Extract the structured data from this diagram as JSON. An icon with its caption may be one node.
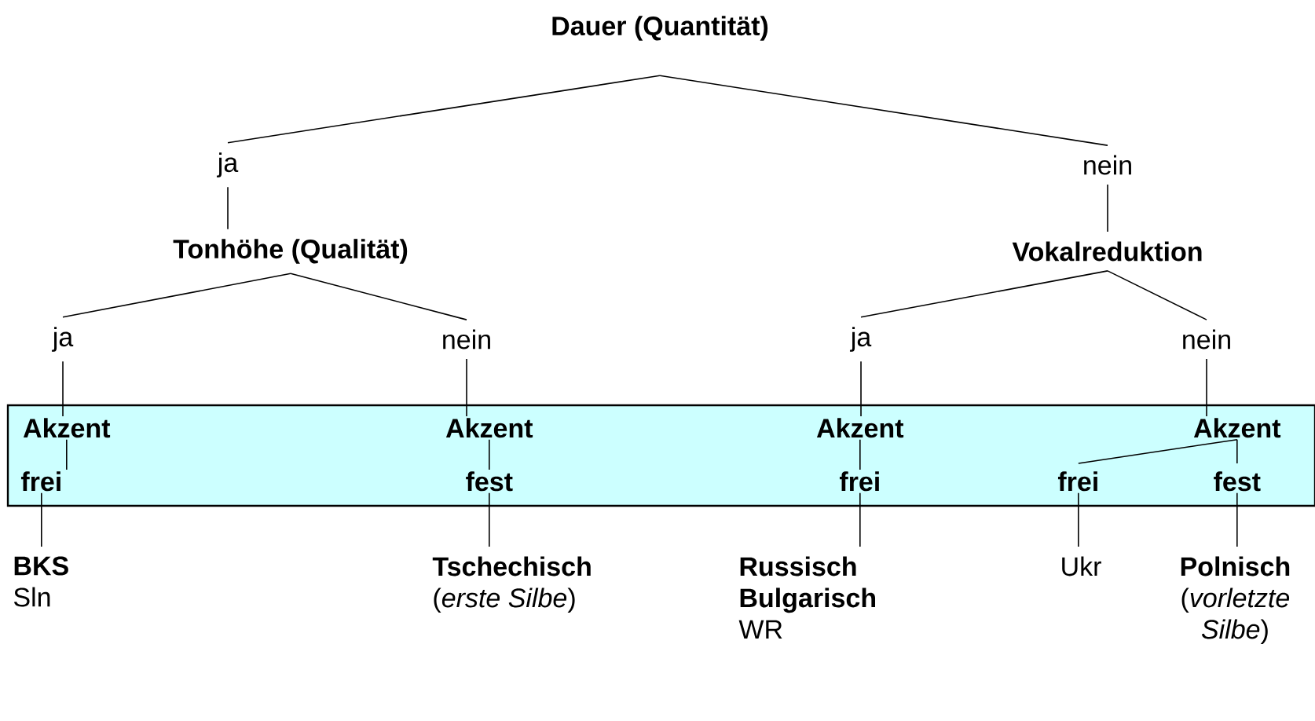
{
  "diagram": {
    "nodes": [
      {
        "text": [
          "Dauer (Quantität)"
        ]
      },
      {
        "text": [
          "ja"
        ]
      },
      {
        "text": [
          "nein"
        ]
      },
      {
        "text": [
          "Tonhöhe (Qualität)"
        ]
      },
      {
        "text": [
          "Vokalreduktion"
        ]
      },
      {
        "text": [
          "ja"
        ]
      },
      {
        "text": [
          "nein"
        ]
      },
      {
        "text": [
          "ja"
        ]
      },
      {
        "text": [
          "nein"
        ]
      },
      {
        "text": [],
        "shape": "box"
      },
      {
        "text": [
          "Akzent"
        ],
        "in": 9
      },
      {
        "text": [
          "Akzent"
        ],
        "in": 9
      },
      {
        "text": [
          "Akzent"
        ],
        "in": 9
      },
      {
        "text": [
          "Akzent"
        ],
        "in": 9
      },
      {
        "text": [
          "frei"
        ],
        "in": 9
      },
      {
        "text": [
          "fest"
        ],
        "in": 9
      },
      {
        "text": [
          "frei"
        ],
        "in": 9
      },
      {
        "text": [
          "frei"
        ],
        "in": 9
      },
      {
        "text": [
          "fest"
        ],
        "in": 9
      },
      {
        "text": [
          "BKS",
          "Sln"
        ]
      },
      {
        "text": [
          "Tschechisch",
          "(*erste Silbe*)"
        ]
      },
      {
        "text": [
          "Russisch Bulgarisch",
          "WR"
        ]
      },
      {
        "text": [
          "Ukr"
        ]
      },
      {
        "text": [
          "Polnisch",
          "(*vorletzte Silbe*)"
        ]
      }
    ],
    "edges": [
      {
        "from": 0,
        "to": 1,
        "arrow": "none"
      },
      {
        "from": 0,
        "to": 2,
        "arrow": "none"
      },
      {
        "from": 1,
        "to": 3,
        "arrow": "none"
      },
      {
        "from": 2,
        "to": 4,
        "arrow": "none"
      },
      {
        "from": 3,
        "to": 5,
        "arrow": "none"
      },
      {
        "from": 3,
        "to": 6,
        "arrow": "none"
      },
      {
        "from": 4,
        "to": 7,
        "arrow": "none"
      },
      {
        "from": 4,
        "to": 8,
        "arrow": "none"
      },
      {
        "from": 5,
        "to": 10,
        "arrow": "none"
      },
      {
        "from": 6,
        "to": 11,
        "arrow": "none"
      },
      {
        "from": 7,
        "to": 12,
        "arrow": "none"
      },
      {
        "from": 8,
        "to": 13,
        "arrow": "none"
      },
      {
        "from": 10,
        "to": 14,
        "arrow": "none"
      },
      {
        "from": 11,
        "to": 15,
        "arrow": "none"
      },
      {
        "from": 12,
        "to": 16,
        "arrow": "none"
      },
      {
        "from": 13,
        "to": 17,
        "arrow": "none"
      },
      {
        "from": 13,
        "to": 18,
        "arrow": "none"
      },
      {
        "from": 14,
        "to": 19,
        "arrow": "none"
      },
      {
        "from": 15,
        "to": 20,
        "arrow": "none"
      },
      {
        "from": 16,
        "to": 21,
        "arrow": "none"
      },
      {
        "from": 17,
        "to": 22,
        "arrow": "none"
      },
      {
        "from": 18,
        "to": 23,
        "arrow": "none"
      }
    ]
  }
}
